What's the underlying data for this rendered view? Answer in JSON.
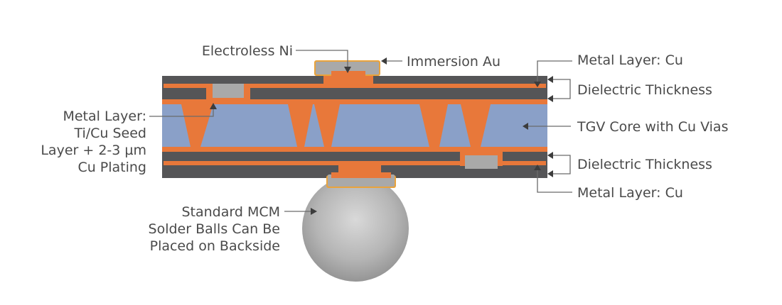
{
  "labels": {
    "electroless_ni": "Electroless Ni",
    "immersion_au": "Immersion Au",
    "metal_layer_cu_top": "Metal Layer: Cu",
    "dielectric_thickness_top": "Dielectric Thickness",
    "tgv_core": "TGV Core with Cu Vias",
    "dielectric_thickness_bottom": "Dielectric Thickness",
    "metal_layer_cu_bottom": "Metal Layer: Cu",
    "seed_layer": [
      "Metal Layer:",
      "Ti/Cu Seed",
      "Layer + 2-3 µm",
      "Cu Plating"
    ],
    "solder_balls": [
      "Standard MCM",
      "Solder Balls Can Be",
      "Placed on Backside"
    ]
  },
  "colors": {
    "copper": "#e8783a",
    "dielectric": "#555557",
    "glass_core": "#8aa0c8",
    "nickel_pad": "#a9a9a9",
    "gold_outline": "#e9a33c",
    "solder_ball": "#bdbdbd"
  }
}
